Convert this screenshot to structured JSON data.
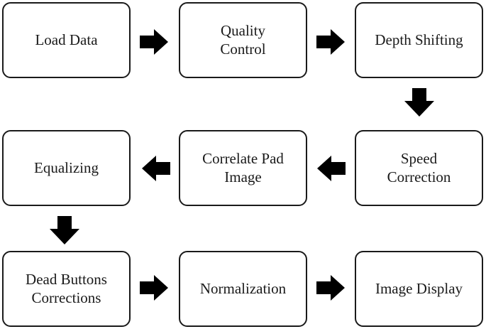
{
  "diagram": {
    "steps": {
      "load_data": "Load Data",
      "quality_control": "Quality\nControl",
      "depth_shifting": "Depth Shifting",
      "speed_correction": "Speed\nCorrection",
      "correlate_pad_image": "Correlate Pad\nImage",
      "equalizing": "Equalizing",
      "dead_buttons_corrections": "Dead Buttons\nCorrections",
      "normalization": "Normalization",
      "image_display": "Image Display"
    },
    "colors": {
      "border": "#1a1a1a",
      "arrow": "#000000",
      "background": "#ffffff"
    }
  }
}
